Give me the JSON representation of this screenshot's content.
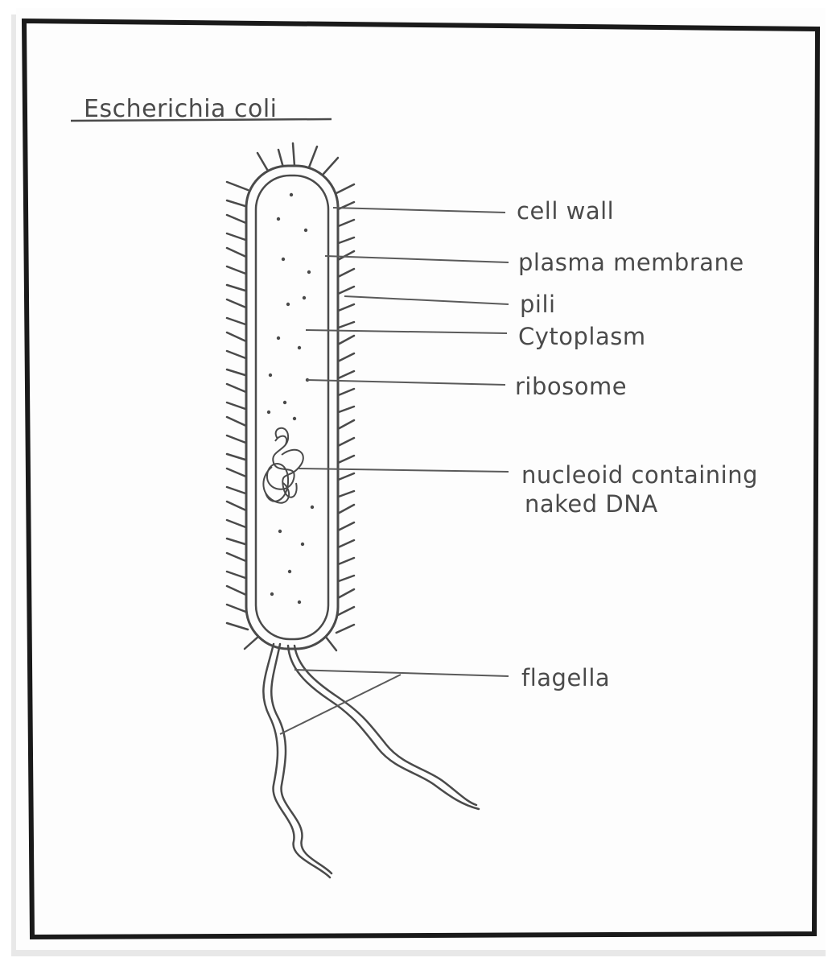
{
  "title": "Escherichia coli",
  "labels": {
    "cell_wall": "cell wall",
    "plasma_membrane": "plasma membrane",
    "pili": "pili",
    "cytoplasm": "Cytoplasm",
    "ribosome": "ribosome",
    "nucleoid_line1": "nucleoid containing",
    "nucleoid_line2": "naked DNA",
    "flagella": "flagella"
  },
  "colors": {
    "ink": "#4a4a4a",
    "frame": "#1a1a1a",
    "paper": "#fdfdfd"
  }
}
